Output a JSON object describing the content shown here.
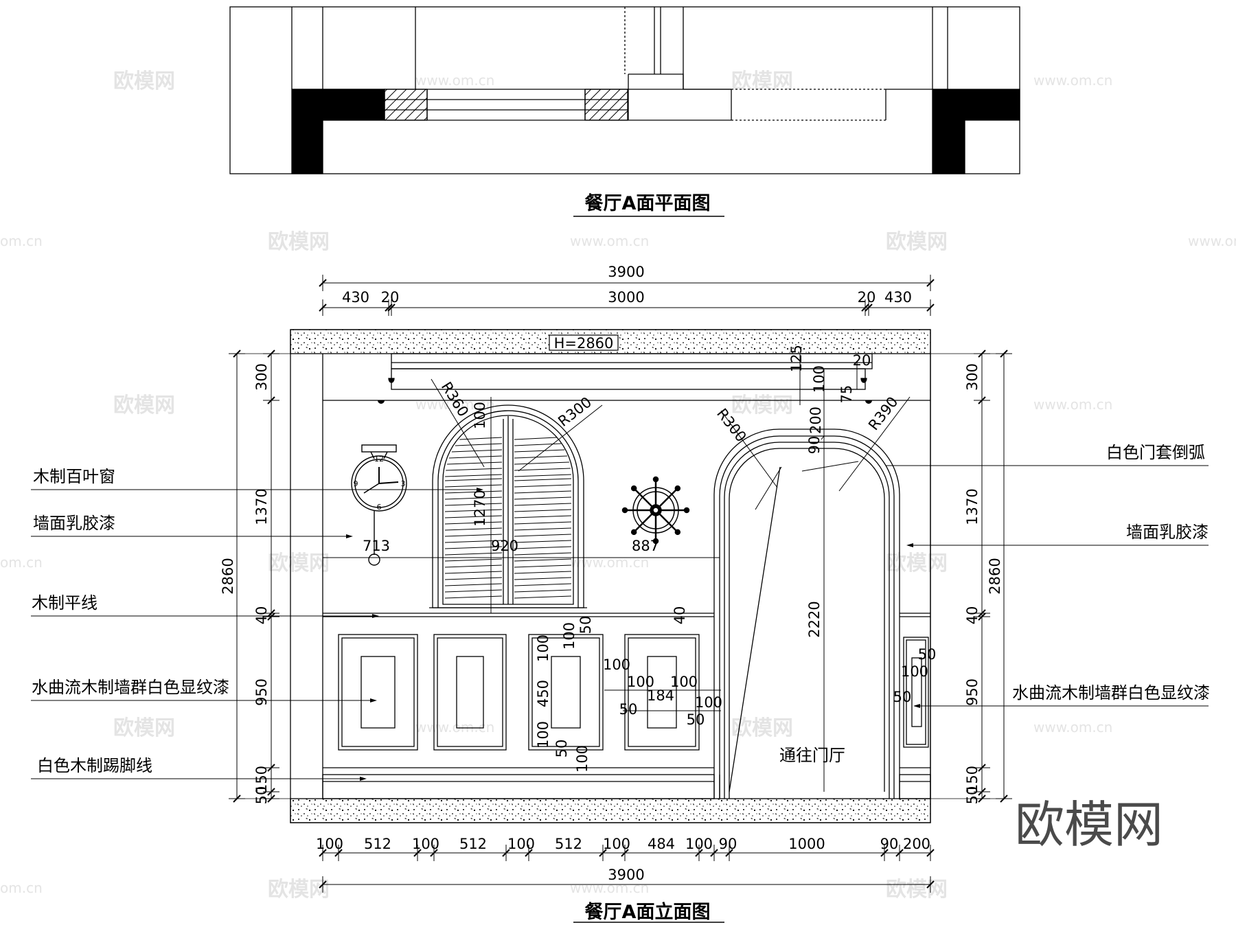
{
  "titles": {
    "plan": "餐厅A面平面图",
    "elevation": "餐厅A面立面图"
  },
  "height_tag": "H=2860",
  "door_label": "通往门厅",
  "labels_left": [
    "木制百叶窗",
    "墙面乳胶漆",
    "木制平线",
    "水曲流木制墙群白色显纹漆",
    "白色木制踢脚线"
  ],
  "labels_right": [
    "白色门套倒弧",
    "墙面乳胶漆",
    "水曲流木制墙群白色显纹漆"
  ],
  "dims_top": {
    "overall": "3900",
    "row": [
      "430",
      "20",
      "3000",
      "20",
      "430"
    ]
  },
  "dims_bottom": {
    "row": [
      "100",
      "512",
      "100",
      "512",
      "100",
      "512",
      "100",
      "484",
      "100",
      "90",
      "1000",
      "90",
      "200"
    ],
    "overall": "3900"
  },
  "dims_left": {
    "total": "2860",
    "parts": [
      "300",
      "1370",
      "40",
      "950",
      "150",
      "50"
    ]
  },
  "dims_right": {
    "total": "2860",
    "parts": [
      "300",
      "1370",
      "40",
      "950",
      "150",
      "50"
    ]
  },
  "ceiling_dims": [
    "125",
    "100",
    "75",
    "20",
    "200",
    "90",
    "2220"
  ],
  "radii": [
    "R360",
    "R300",
    "R300",
    "R390"
  ],
  "window_dims": {
    "top": "100",
    "height": "1270"
  },
  "span_dims": [
    "713",
    "920",
    "887"
  ],
  "panel_dims": [
    "100",
    "50",
    "100",
    "450",
    "100",
    "50",
    "100",
    "100",
    "100",
    "184",
    "100",
    "100",
    "50",
    "50",
    "40"
  ],
  "right_panel_dims": [
    "50",
    "100",
    "50"
  ],
  "clock_numbers": [
    "12",
    "3",
    "6",
    "9"
  ],
  "watermarks": [
    "欧模网",
    "www.om.cn",
    "om.cn"
  ],
  "logo": "欧模网"
}
